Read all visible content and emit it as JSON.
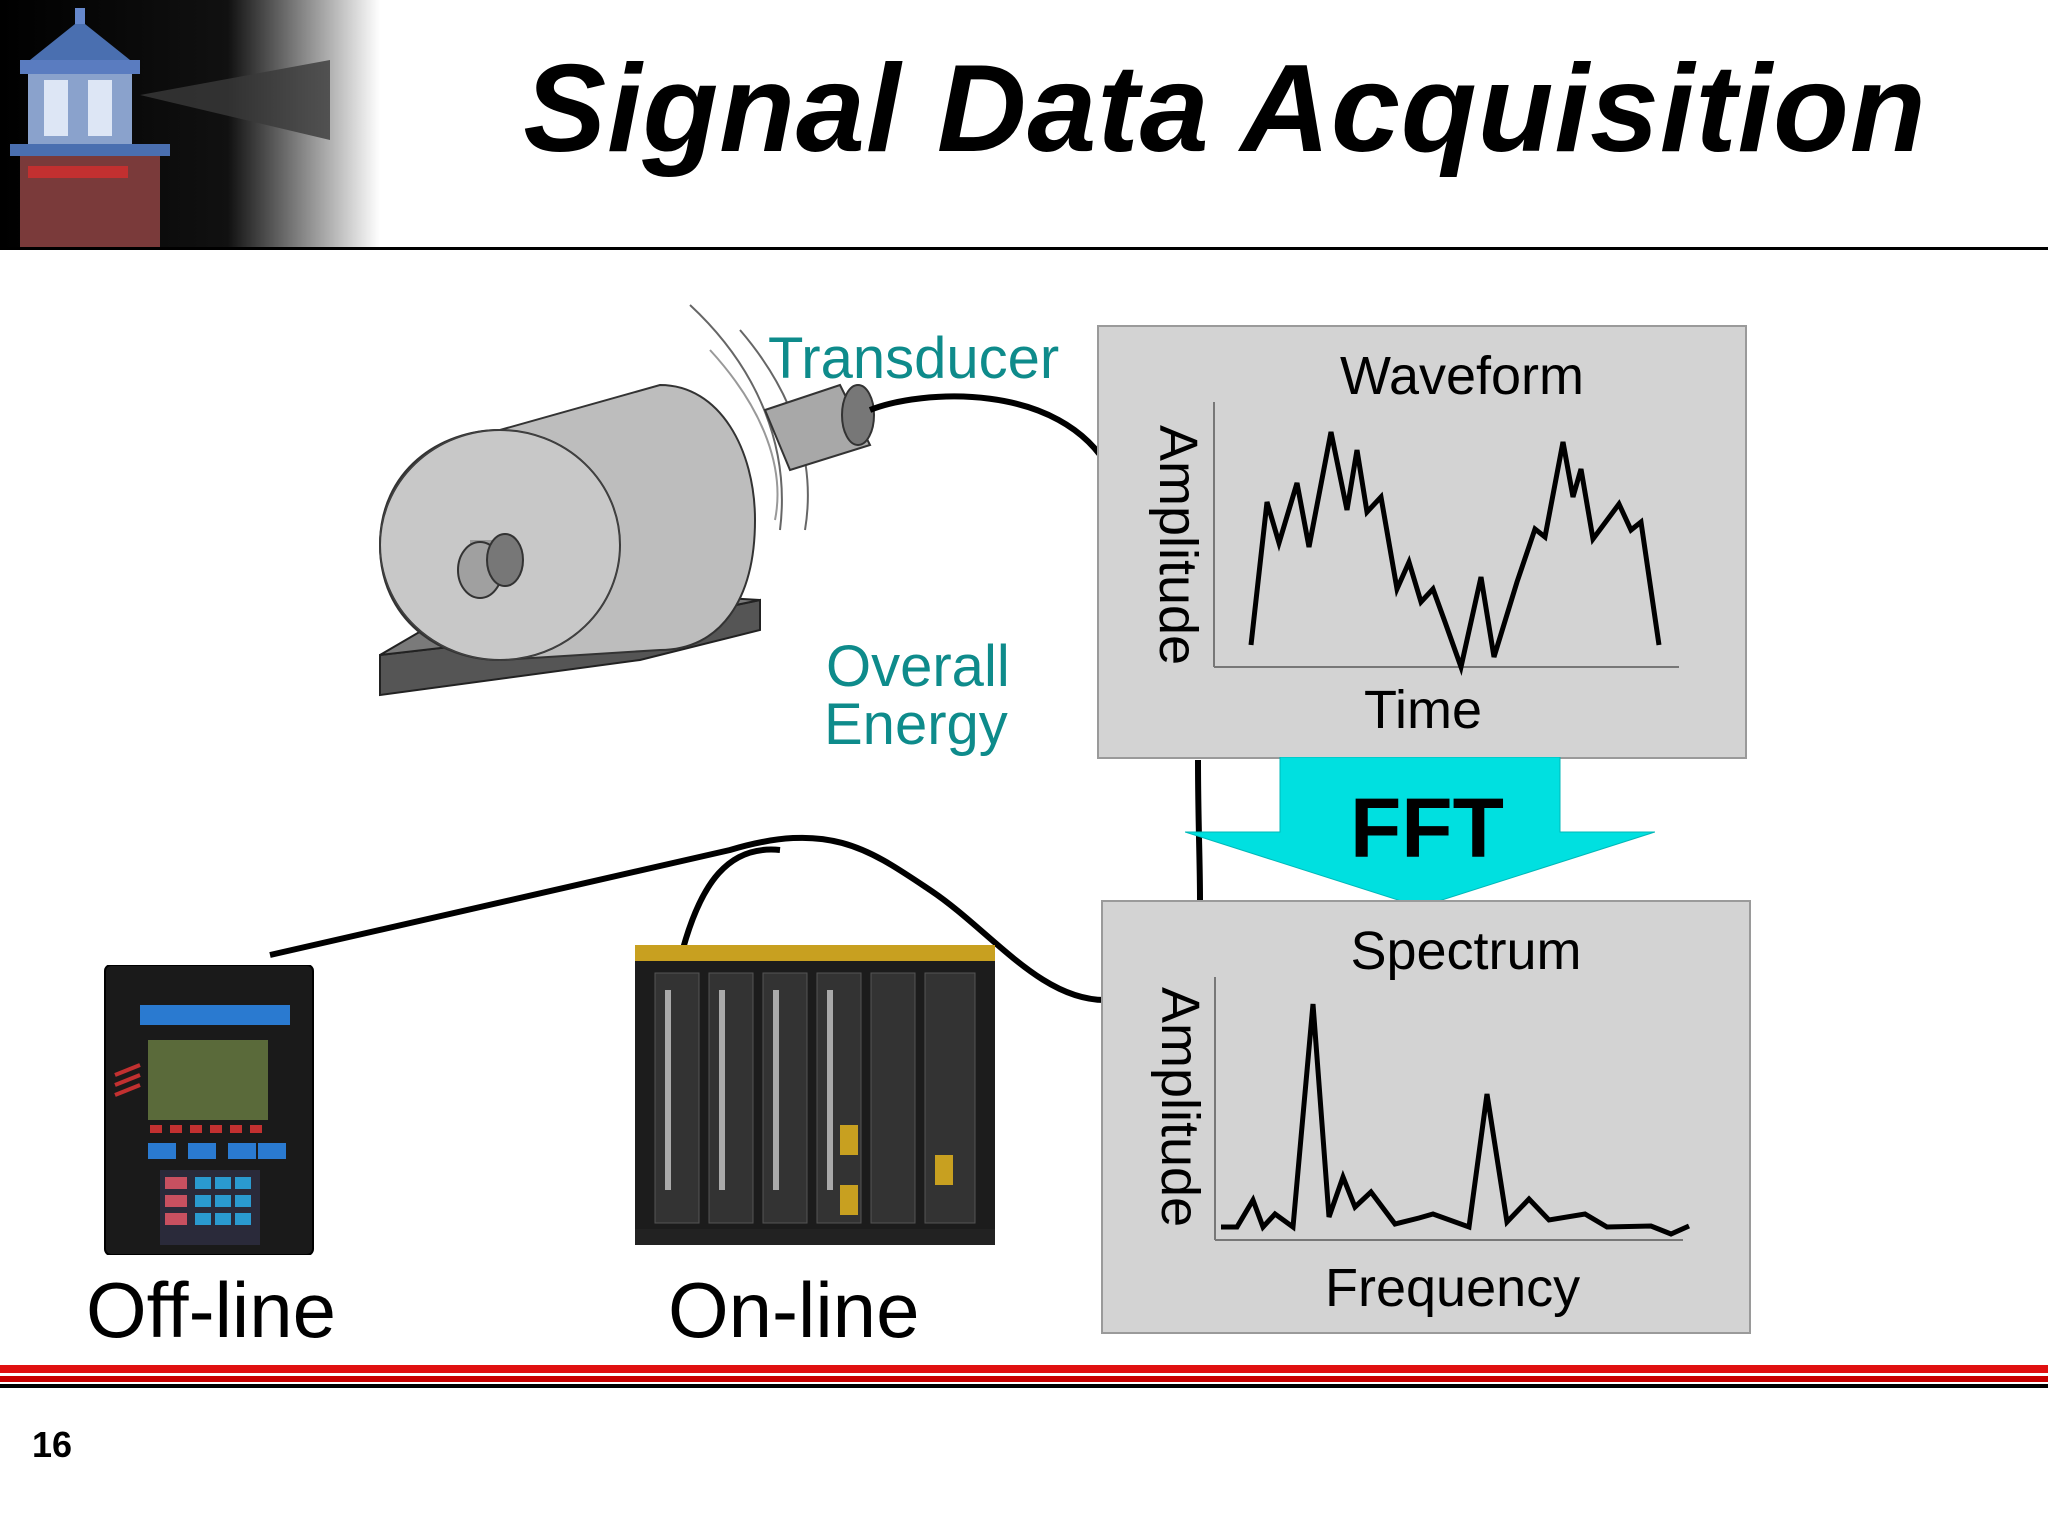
{
  "slide": {
    "title": "Signal Data Acquisition",
    "page_number": "16"
  },
  "labels": {
    "transducer": "Transducer",
    "overall_line1": "Overall",
    "overall_line2": "Energy",
    "fft": "FFT",
    "offline": "Off-line",
    "online": "On-line"
  },
  "waveform_panel": {
    "title": "Waveform",
    "xlabel": "Time",
    "ylabel": "Amplitude"
  },
  "spectrum_panel": {
    "title": "Spectrum",
    "xlabel": "Frequency",
    "ylabel": "Amplitude"
  },
  "colors": {
    "teal_text": "#0e8b8b",
    "fft_arrow": "#00e0e0",
    "panel_bg": "#d3d3d3",
    "footer_red": "#e01010"
  },
  "icons": [
    "lighthouse-logo",
    "motor-icon",
    "transducer-icon",
    "portable-analyzer-icon",
    "rack-monitor-icon"
  ]
}
